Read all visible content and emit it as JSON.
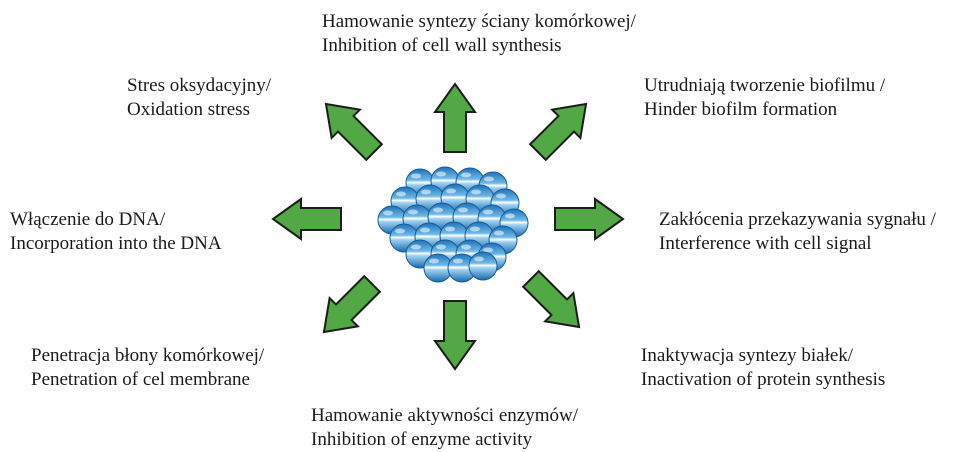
{
  "colors": {
    "arrow_fill": "#52a844",
    "arrow_stroke": "#1c1c1c",
    "sphere_dark": "#1f73b8",
    "sphere_light": "#d9eefb",
    "sphere_highlight": "#ffffff"
  },
  "mechanisms": {
    "top": {
      "pl": "Hamowanie syntezy ściany komórkowej/",
      "en": "Inhibition of cell wall synthesis",
      "arrow": "up"
    },
    "top_left": {
      "pl": "Stres oksydacyjny/",
      "en": "Oxidation stress",
      "arrow": "up-left"
    },
    "top_right": {
      "pl": "Utrudniają tworzenie biofilmu /",
      "en": "Hinder biofilm formation",
      "arrow": "up-right"
    },
    "left": {
      "pl": "Włączenie do DNA/",
      "en": "Incorporation into the DNA",
      "arrow": "left"
    },
    "right": {
      "pl": "Zakłócenia przekazywania sygnału /",
      "en": "Interference with cell signal",
      "arrow": "right"
    },
    "bottom_left": {
      "pl": "Penetracja błony komórkowej/",
      "en": "Penetration of cel membrane",
      "arrow": "down-left"
    },
    "bottom": {
      "pl": "Hamowanie aktywności enzymów/",
      "en": "Inhibition of enzyme activity",
      "arrow": "down"
    },
    "bottom_right": {
      "pl": "Inaktywacja syntezy białek/",
      "en": "Inactivation of protein synthesis",
      "arrow": "down-right"
    }
  },
  "center": {
    "icon": "nanoparticle-cluster-icon"
  }
}
